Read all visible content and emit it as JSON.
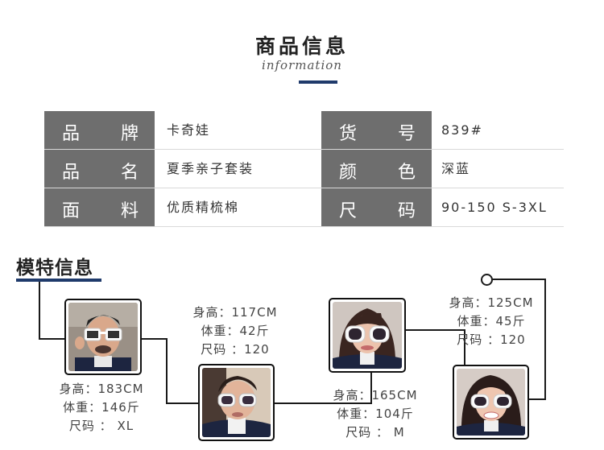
{
  "header": {
    "title": "商品信息",
    "subtitle": "information"
  },
  "product_info": {
    "rows": [
      {
        "label1_a": "品",
        "label1_b": "牌",
        "value1": "卡奇娃",
        "label2_a": "货",
        "label2_b": "号",
        "value2": "839#"
      },
      {
        "label1_a": "品",
        "label1_b": "名",
        "value1": "夏季亲子套装",
        "label2_a": "颜",
        "label2_b": "色",
        "value2": "深蓝"
      },
      {
        "label1_a": "面",
        "label1_b": "料",
        "value1": "优质精梳棉",
        "label2_a": "尺",
        "label2_b": "码",
        "value2": "90-150 S-3XL"
      }
    ]
  },
  "models": {
    "title": "模特信息",
    "items": [
      {
        "height": "身高：183CM",
        "weight": "体重：146斤",
        "size": "尺码 ： XL"
      },
      {
        "height": "身高：117CM",
        "weight": "体重：42斤",
        "size": "尺码 ：120"
      },
      {
        "height": "身高：165CM",
        "weight": "体重：104斤",
        "size": "尺码 ： M"
      },
      {
        "height": "身高：125CM",
        "weight": "体重：45斤",
        "size": "尺码 ：120"
      }
    ]
  },
  "colors": {
    "label_bg": "#6e6e6e",
    "accent": "#1f3a6b",
    "shirt": "#1d2540"
  }
}
